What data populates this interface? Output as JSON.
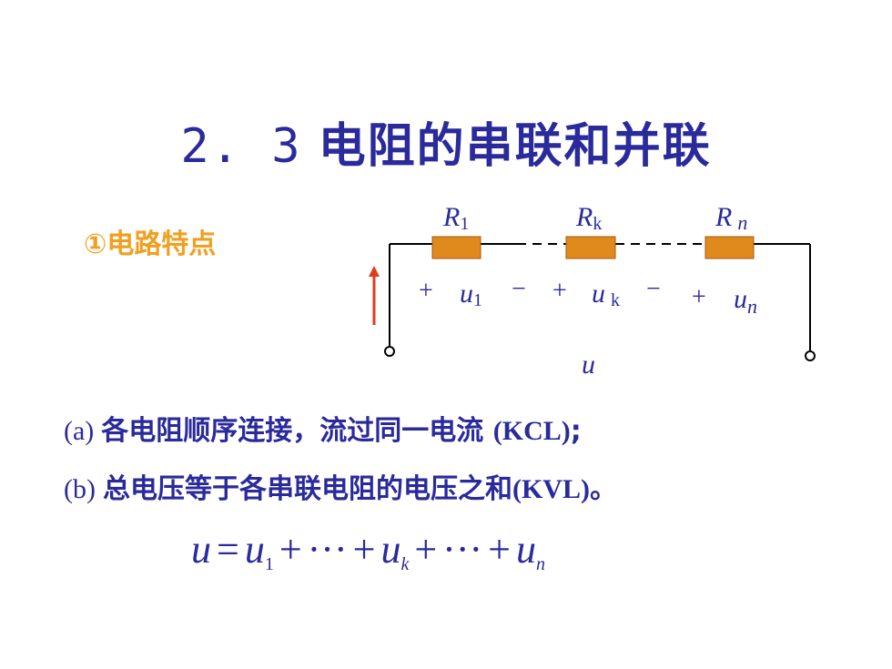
{
  "title": {
    "number": "2. 3",
    "text": "电阻的串联和并联"
  },
  "section": {
    "label": "①电路特点"
  },
  "circuit": {
    "resistors": [
      {
        "name": "R",
        "sub": "1"
      },
      {
        "name": "R",
        "sub": "k"
      },
      {
        "name": "R",
        "sub": "n"
      }
    ],
    "voltages": [
      {
        "plus": "+",
        "name": "u",
        "sub": "1",
        "minus": "−"
      },
      {
        "plus": "+",
        "name": "u",
        "sub": "k",
        "minus": "−"
      },
      {
        "plus": "+",
        "name": "u",
        "sub": "n"
      }
    ],
    "total_voltage": "u",
    "colors": {
      "wire": "#000000",
      "resistor_fill": "#e08a1e",
      "arrow": "#e03a1a"
    }
  },
  "points": {
    "a": {
      "tag": "(a)",
      "text": "各电阻顺序连接，流过同一电流",
      "law": "(KCL)",
      "end": ";"
    },
    "b": {
      "tag": "(b)",
      "text": "总电压等于各串联电阻的电压之和",
      "law": "(KVL)",
      "end": "。"
    }
  },
  "formula": {
    "lhs": "u",
    "eq": "=",
    "t1": "u",
    "t1_sub": "1",
    "plus": "+",
    "dots": "···",
    "tk": "u",
    "tk_sub": "k",
    "tn": "u",
    "tn_sub": "n"
  },
  "colors": {
    "title": "#2a2a9c",
    "section": "#f0a020",
    "text": "#2a2a9c"
  }
}
